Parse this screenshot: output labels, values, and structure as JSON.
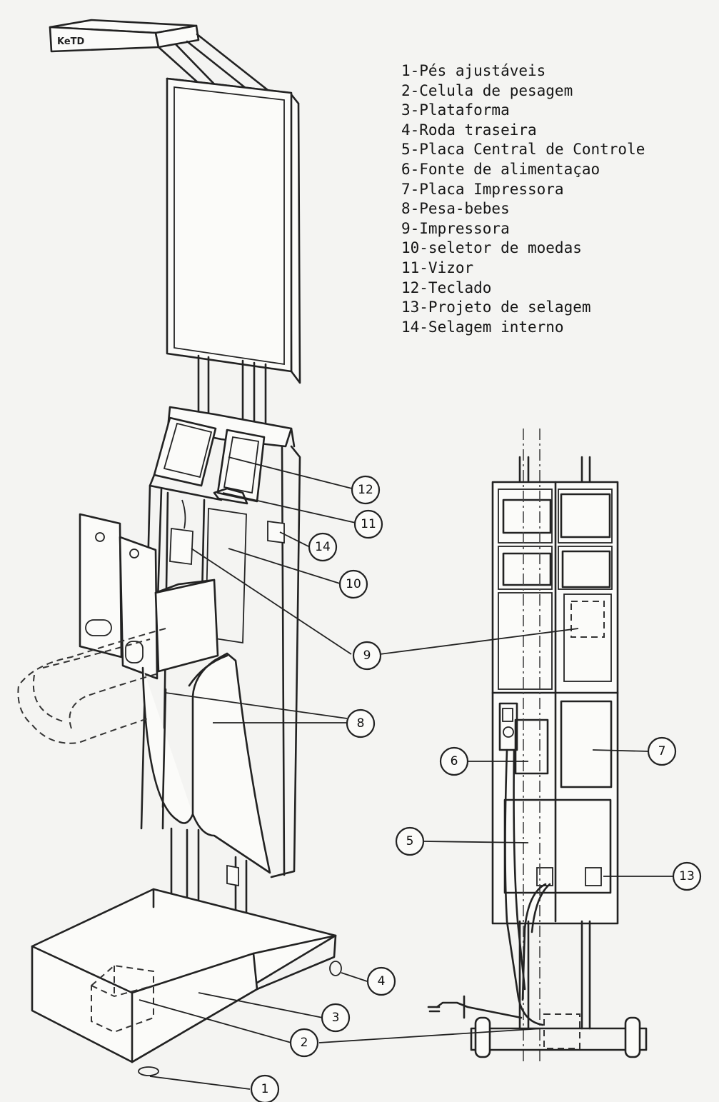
{
  "legend": {
    "items": [
      "1-Pés ajustáveis",
      "2-Celula de pesagem",
      "3-Plataforma",
      "4-Roda traseira",
      "5-Placa Central de Controle",
      "6-Fonte de alimentaçao",
      "7-Placa Impressora",
      "8-Pesa-bebes",
      "9-Impressora",
      "10-seletor de moedas",
      "11-Vizor",
      "12-Teclado",
      "13-Projeto de selagem",
      "14-Selagem interno"
    ]
  },
  "logo_text": "KeTD",
  "callouts": {
    "c1": "1",
    "c2a": "2",
    "c2b": "2",
    "c3": "3",
    "c4": "4",
    "c5": "5",
    "c6": "6",
    "c7": "7",
    "c8": "8",
    "c9": "9",
    "c10": "10",
    "c11": "11",
    "c12": "12",
    "c13": "13",
    "c14": "14"
  },
  "colors": {
    "paper": "#f4f4f2",
    "ink": "#222222"
  }
}
